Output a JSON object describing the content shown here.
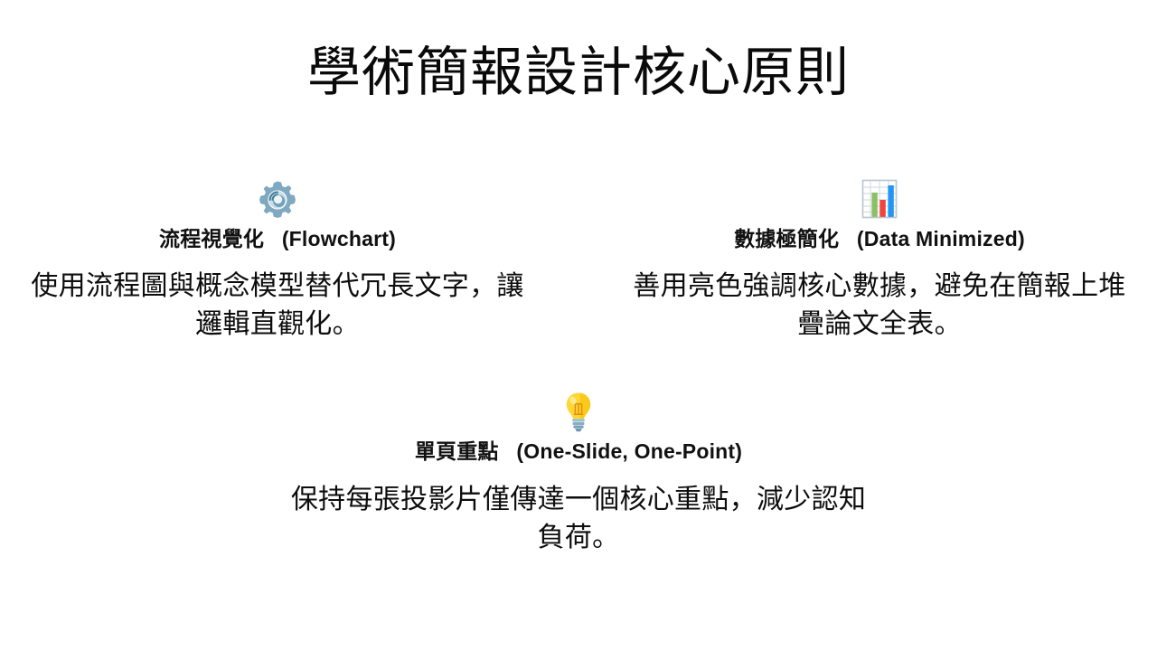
{
  "slide": {
    "title": "學術簡報設計核心原則",
    "background_color": "#ffffff",
    "text_color": "#000000"
  },
  "items": [
    {
      "icon": "gear-icon",
      "icon_colors": {
        "body": "#7fa9c0",
        "inner": "#cfe1ea",
        "arc": "#3f7f96"
      },
      "heading_cjk": "流程視覺化",
      "heading_en": "(Flowchart)",
      "body": "使用流程圖與概念模型替代冗長文字，讓邏輯直觀化。"
    },
    {
      "icon": "bar-chart-icon",
      "icon_colors": {
        "frame": "#b9c6d2",
        "grid": "#d7dee6",
        "bar_green": "#8cc163",
        "bar_red": "#f0453c",
        "bar_blue": "#2196f3"
      },
      "heading_cjk": "數據極簡化",
      "heading_en": "(Data Minimized)",
      "body": "善用亮色強調核心數據，避免在簡報上堆疊論文全表。"
    },
    {
      "icon": "lightbulb-icon",
      "icon_colors": {
        "glass": "#ffd633",
        "glass_dark": "#f5bc12",
        "filament": "#e88f12",
        "base": "#8fb3c4",
        "base_dark": "#6b94a8"
      },
      "heading_cjk": "單頁重點",
      "heading_en": "(One-Slide, One-Point)",
      "body": "保持每張投影片僅傳達一個核心重點，減少認知負荷。"
    }
  ]
}
